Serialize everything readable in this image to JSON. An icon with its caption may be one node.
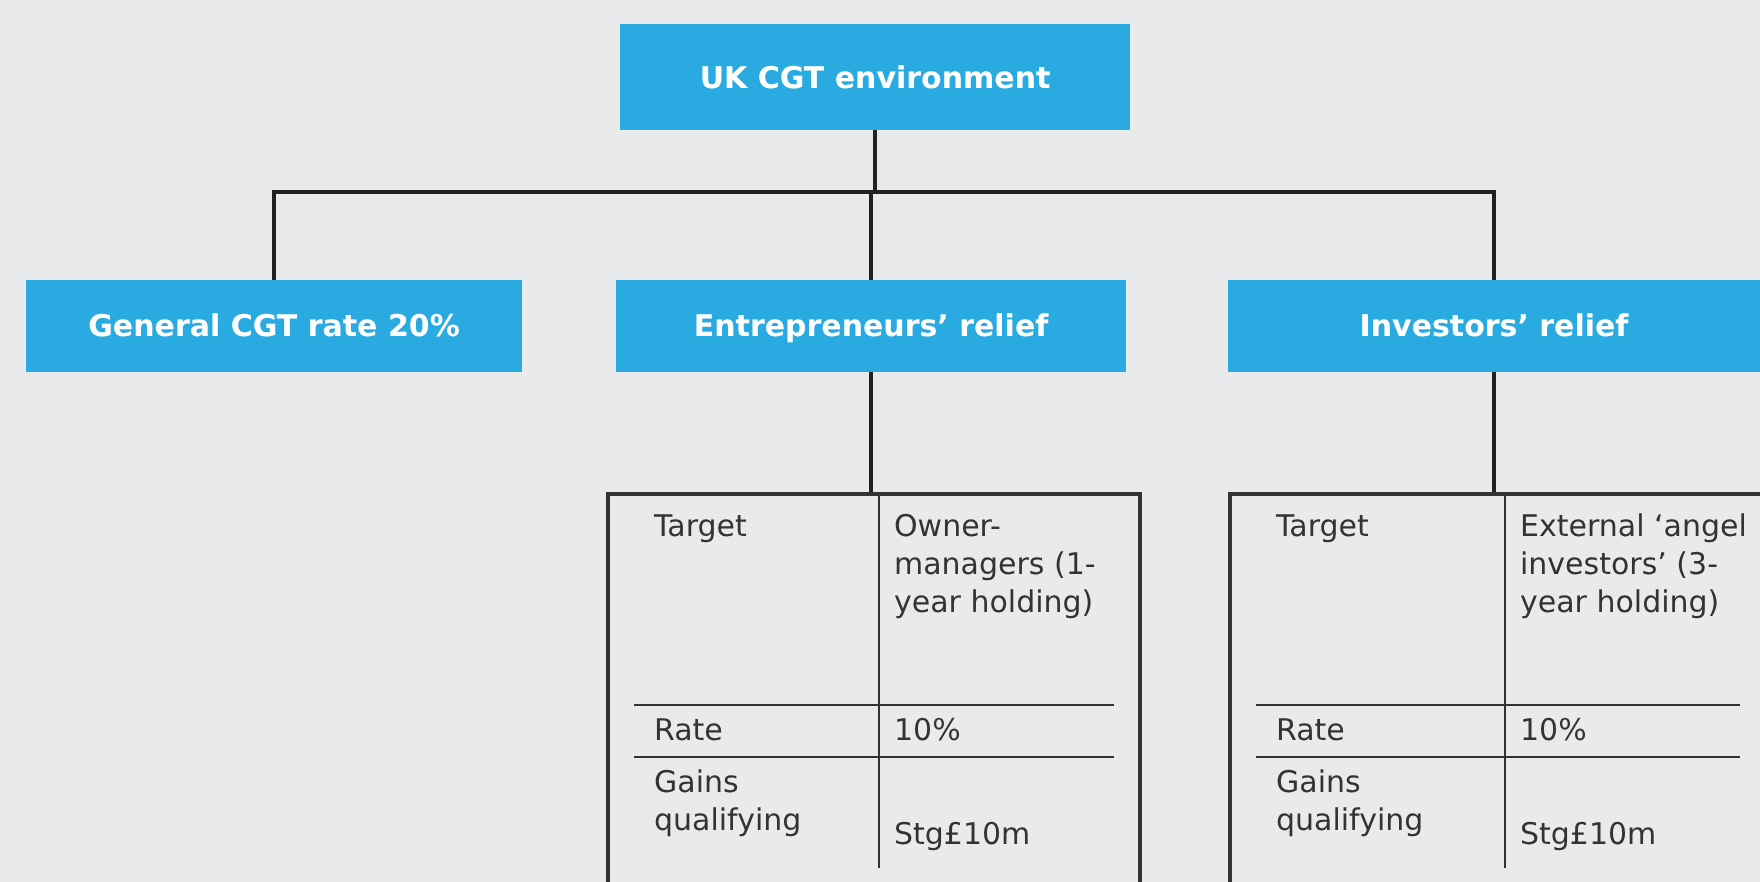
{
  "diagram": {
    "nodes": [
      {
        "text": [
          "UK CGT environment"
        ]
      },
      {
        "text": [
          "General CGT rate 20%"
        ]
      },
      {
        "text": [
          "Entrepreneurs’ relief"
        ]
      },
      {
        "text": [
          "Investors’ relief"
        ]
      },
      {
        "text": [
          "Target",
          "Owner-managers (1-year holding)",
          "Rate",
          "10%",
          "Gains qualifying",
          "Stg£10m"
        ]
      },
      {
        "text": [
          "Target",
          "External ‘angel investors’ (3-year holding)",
          "Rate",
          "10%",
          "Gains qualifying",
          "Stg£10m"
        ]
      }
    ],
    "edges": [
      {
        "from": 0,
        "to": 1,
        "arrow": "none"
      },
      {
        "from": 0,
        "to": 2,
        "arrow": "none"
      },
      {
        "from": 0,
        "to": 3,
        "arrow": "none"
      },
      {
        "from": 2,
        "to": 4,
        "arrow": "none"
      },
      {
        "from": 3,
        "to": 5,
        "arrow": "none"
      }
    ]
  }
}
